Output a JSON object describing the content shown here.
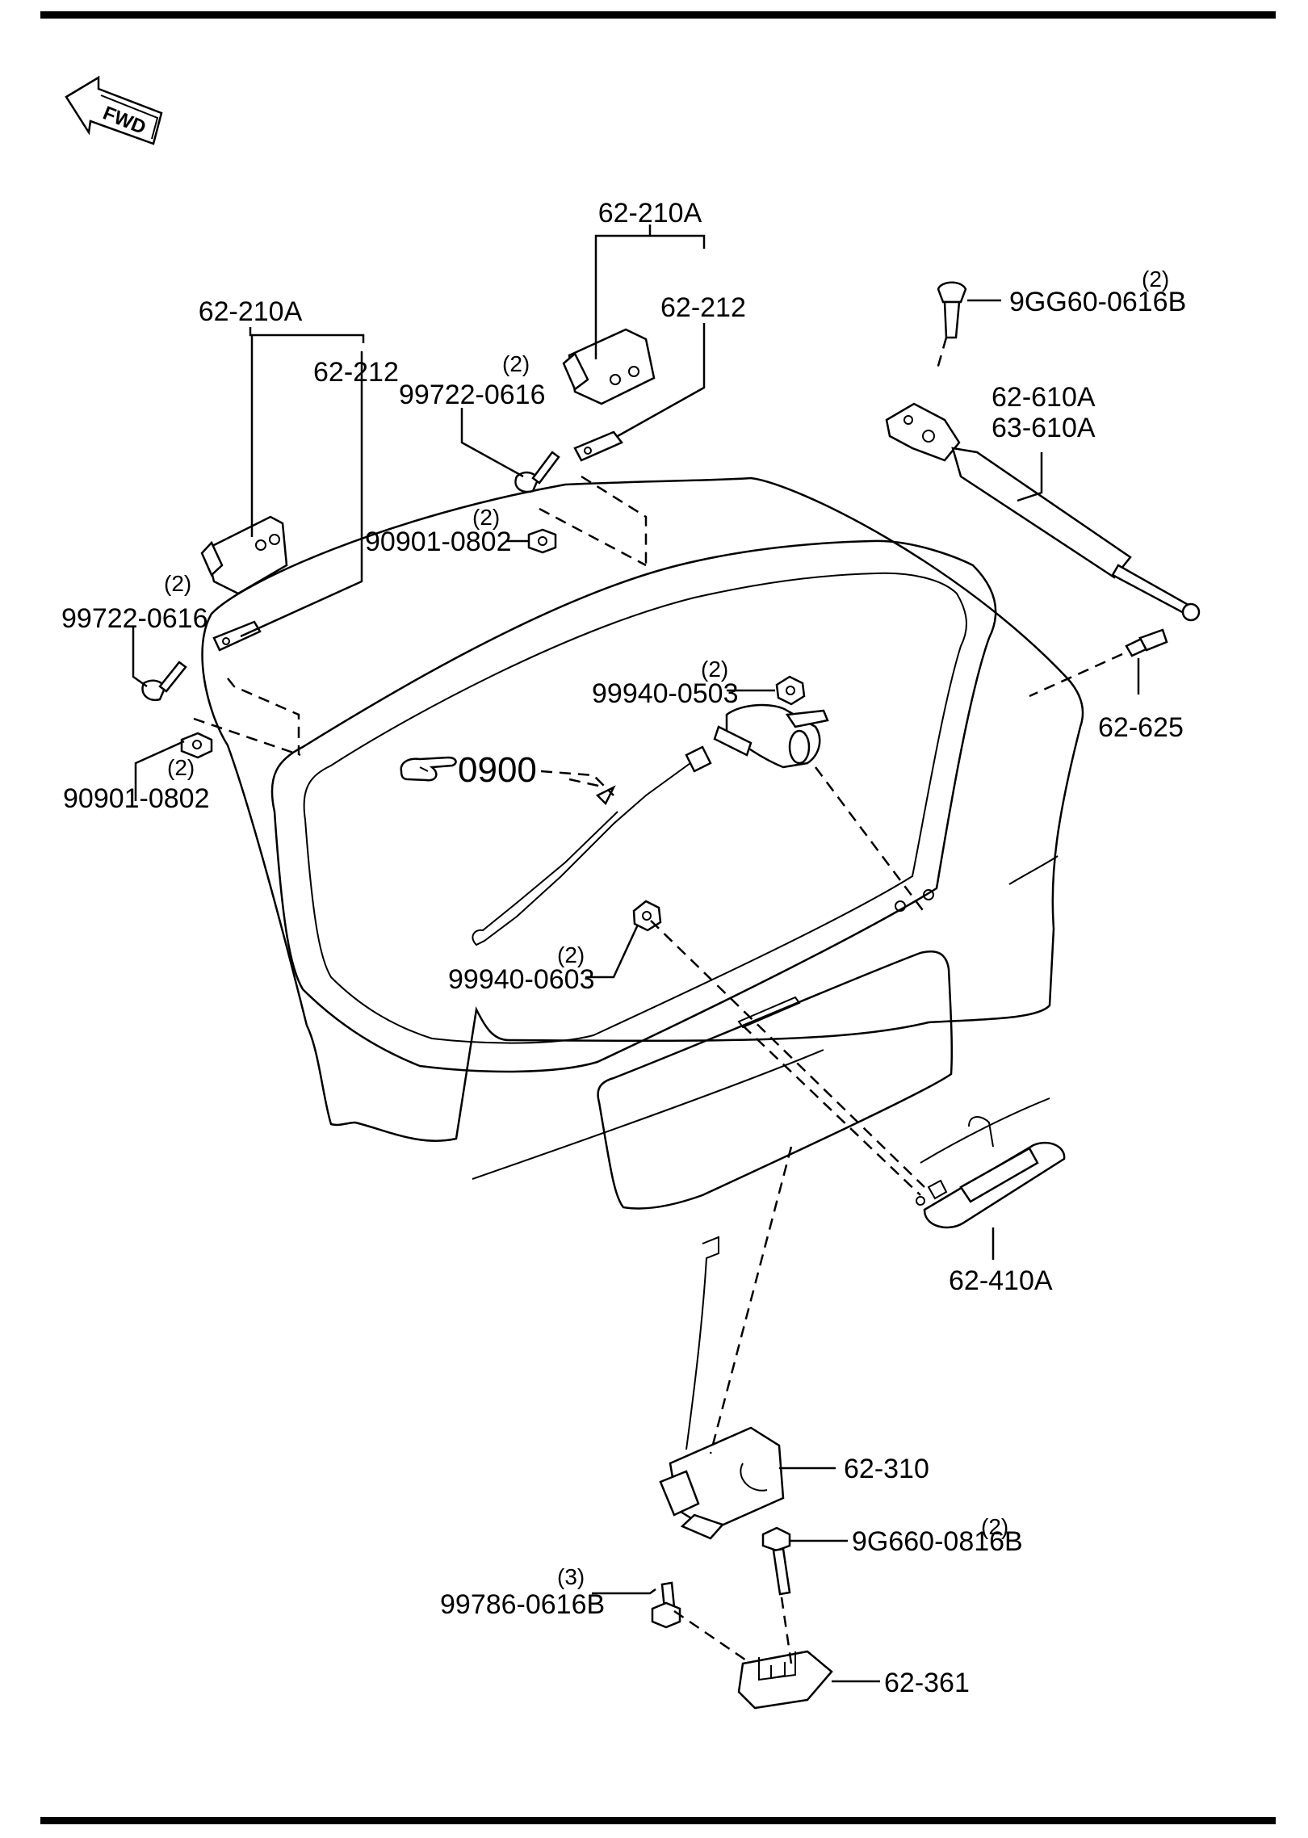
{
  "orientation": {
    "label": "FWD"
  },
  "callouts": {
    "hinge_assy_left": "62-210A",
    "hinge_left": "62-212",
    "hinge_assy_right": "62-210A",
    "hinge_right": "62-212",
    "bolt_hinge_left": "99722-0616",
    "bolt_hinge_left_qty": "(2)",
    "bolt_hinge_right": "99722-0616",
    "bolt_hinge_right_qty": "(2)",
    "nut_left": "90901-0802",
    "nut_left_qty": "(2)",
    "nut_right": "90901-0802",
    "nut_right_qty": "(2)",
    "damper_bolt": "9GG60-0616B",
    "damper_bolt_qty": "(2)",
    "damper_a": "62-610A",
    "damper_b": "63-610A",
    "ball_stud": "62-625",
    "wiper_nut": "99940-0503",
    "wiper_nut_qty": "(2)",
    "wiper_ref": "0900",
    "glass_nut": "99940-0603",
    "glass_nut_qty": "(2)",
    "handle": "62-410A",
    "lock": "62-310",
    "lock_bolt": "9G660-0816B",
    "lock_bolt_qty": "(2)",
    "latch_bolt": "99786-0616B",
    "latch_bolt_qty": "(3)",
    "striker": "62-361"
  },
  "icons": {
    "fwd_arrow": "fwd-arrow-icon",
    "reference_hand": "pointing-hand-icon"
  },
  "colors": {
    "ink": "#000000",
    "paper": "#ffffff"
  }
}
